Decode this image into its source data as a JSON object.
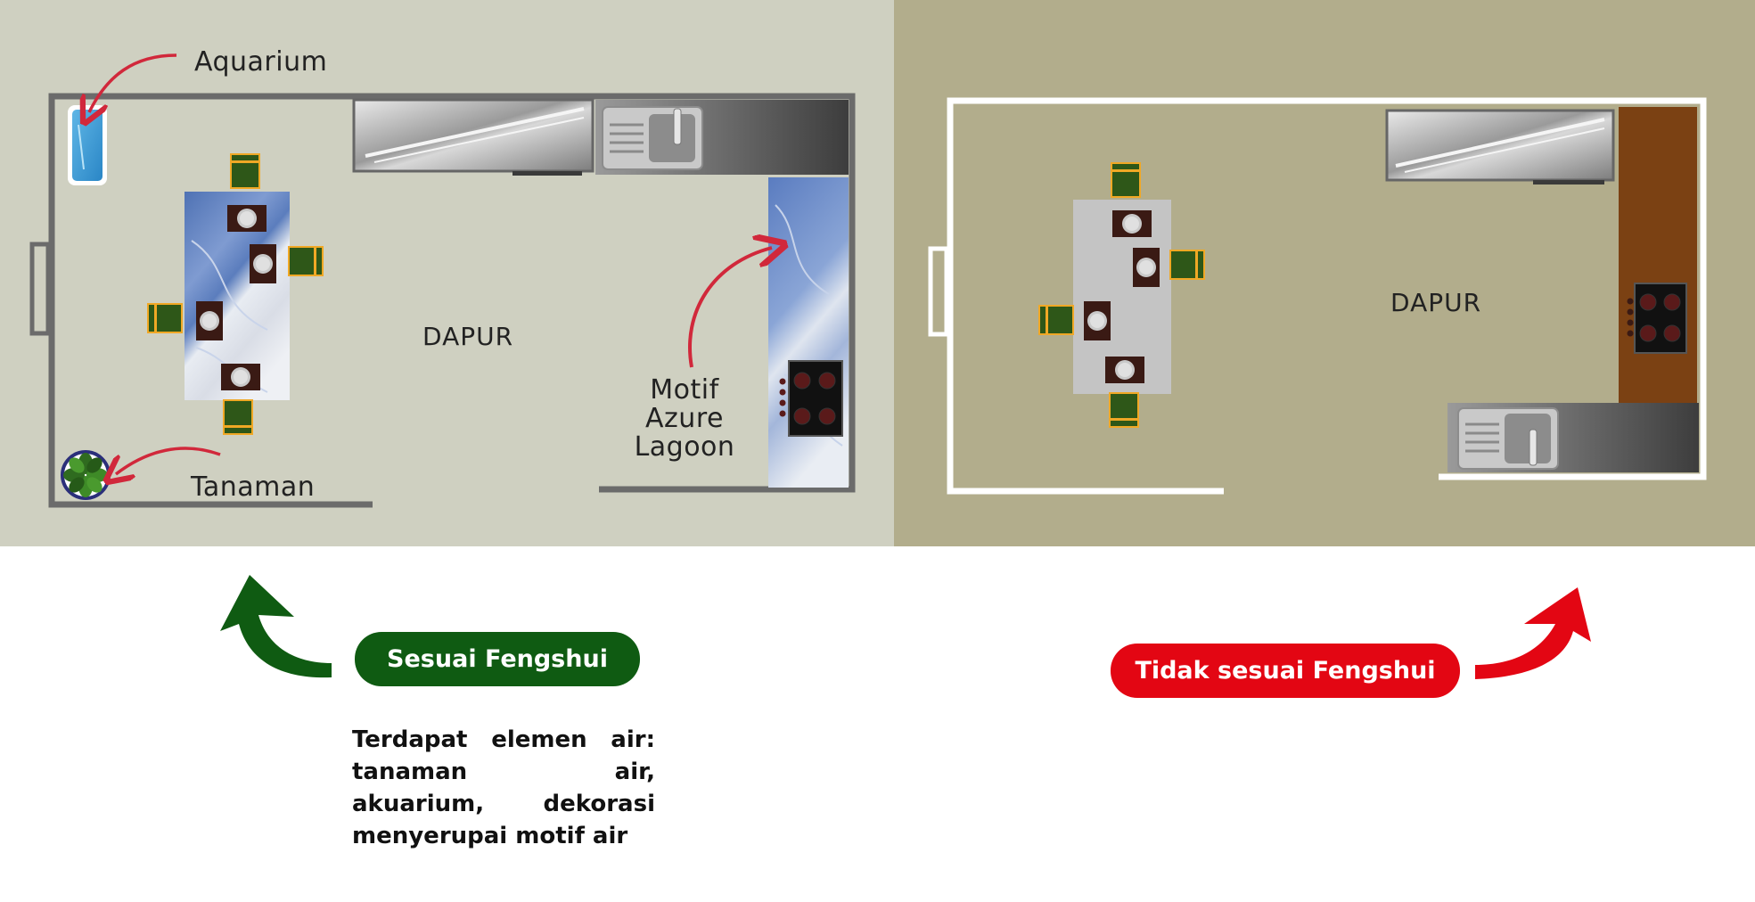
{
  "colors": {
    "good_bg": "#cfd0c1",
    "bad_bg": "#b2ad8c",
    "good_green": "#0f5b12",
    "bad_red": "#e30613",
    "annotation_red": "#d1283b",
    "wall_gray": "#6b6b6b",
    "cabinet_brown": "#7b4113"
  },
  "left_plan": {
    "room_label": "DAPUR",
    "aquarium_label": "Aquarium",
    "plant_label": "Tanaman",
    "motif_label": [
      "Motif",
      "Azure",
      "Lagoon"
    ]
  },
  "right_plan": {
    "room_label": "DAPUR"
  },
  "good": {
    "badge": "Sesuai Fengshui",
    "description": "Terdapat elemen air: tanaman air, akuarium, dekorasi menyerupai motif air"
  },
  "bad": {
    "badge": "Tidak sesuai Fengshui"
  },
  "icons": [
    "aquarium-icon",
    "plant-icon",
    "stove-icon",
    "sink-icon",
    "refrigerator-icon",
    "chair-icon",
    "plate-icon",
    "arrow-icon"
  ]
}
